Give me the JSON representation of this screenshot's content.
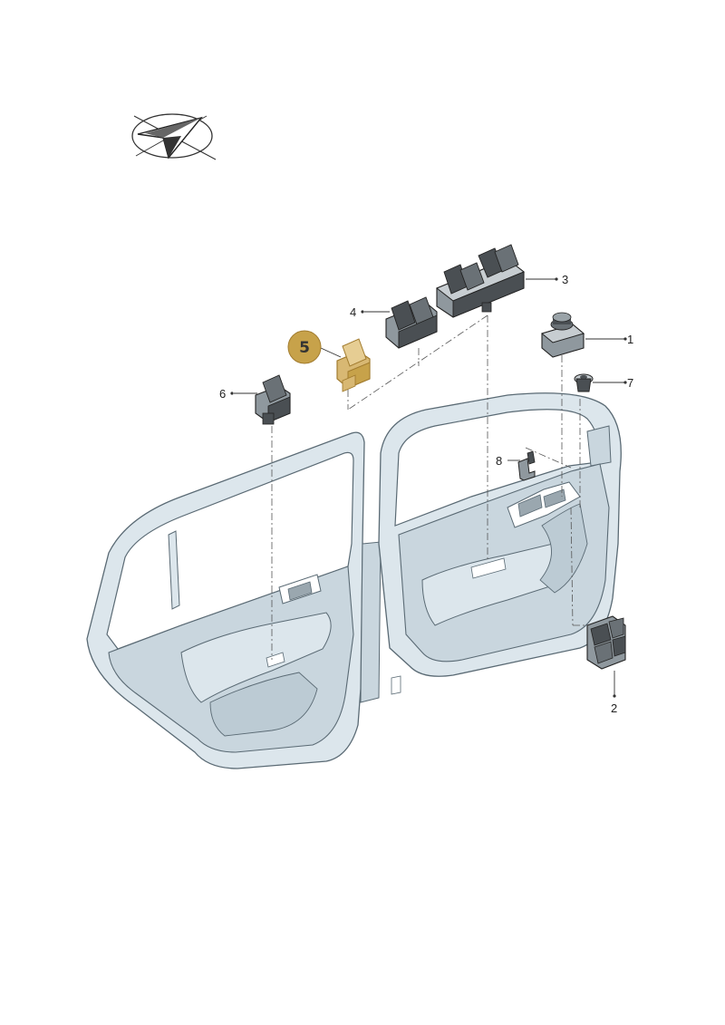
{
  "diagram": {
    "colors": {
      "door_fill": "#dce6ec",
      "door_stroke": "#5a6a74",
      "panel_fill": "#c9d6de",
      "part_fill": "#8f989e",
      "part_dark": "#4a4f53",
      "part_light": "#c7cdd1",
      "highlight_fill": "#d8b873",
      "highlight_stroke": "#a27c2f",
      "badge_fill": "#c7a24a",
      "leader": "#333333"
    },
    "orientation_icon": "paper-plane-orientation-icon",
    "callouts": {
      "c1": "1",
      "c2": "2",
      "c3": "3",
      "c4": "4",
      "c5": "5",
      "c6": "6",
      "c7": "7",
      "c8": "8"
    },
    "highlighted_callout": "5"
  }
}
